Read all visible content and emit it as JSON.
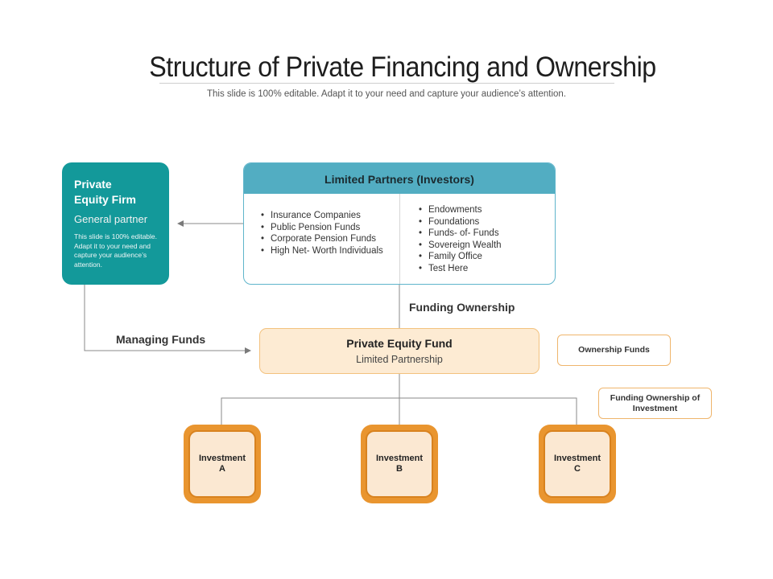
{
  "header": {
    "title": "Structure of Private Financing and Ownership",
    "subtitle": "This slide is 100% editable. Adapt it to your need and capture your audience’s attention."
  },
  "general_partner": {
    "title_line1": "Private",
    "title_line2": "Equity Firm",
    "subtitle": "General partner",
    "note": "This slide is 100% editable. Adapt it to your need and capture your audience’s attention."
  },
  "limited_partners": {
    "title": "Limited Partners (Investors)",
    "left_items": [
      "Insurance Companies",
      "Public Pension Funds",
      "Corporate Pension Funds",
      "High Net- Worth Individuals"
    ],
    "right_items": [
      "Endowments",
      "Foundations",
      "Funds- of- Funds",
      "Sovereign Wealth",
      "Family Office",
      "Test Here"
    ]
  },
  "labels": {
    "funding_ownership": "Funding Ownership",
    "managing_funds": "Managing Funds"
  },
  "fund": {
    "title": "Private Equity Fund",
    "subtitle": "Limited Partnership"
  },
  "legend": {
    "ownership_funds": "Ownership Funds",
    "funding_ownership_of_investment": "Funding Ownership of Investment"
  },
  "investments": [
    {
      "line1": "Investment",
      "line2": "A"
    },
    {
      "line1": "Investment",
      "line2": "B"
    },
    {
      "line1": "Investment",
      "line2": "C"
    }
  ],
  "colors": {
    "teal": "#13999a",
    "header_blue": "#52adc2",
    "fund_fill": "#fdebd3",
    "orange": "#e9952f"
  }
}
